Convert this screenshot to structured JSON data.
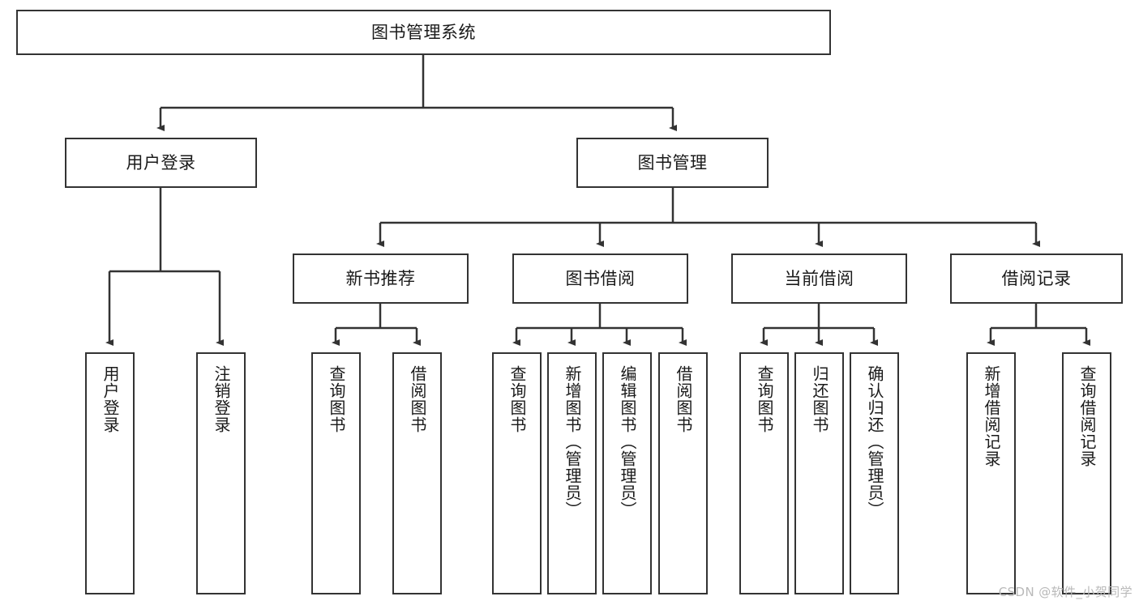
{
  "diagram": {
    "type": "tree-hierarchy",
    "title": "图书管理系统",
    "root": {
      "id": "root",
      "label": "图书管理系统"
    },
    "level1": [
      {
        "id": "user-login",
        "label": "用户登录"
      },
      {
        "id": "book-manage",
        "label": "图书管理"
      }
    ],
    "level2": [
      {
        "id": "new-book-recommend",
        "label": "新书推荐",
        "parent": "book-manage"
      },
      {
        "id": "book-borrow",
        "label": "图书借阅",
        "parent": "book-manage"
      },
      {
        "id": "current-borrow",
        "label": "当前借阅",
        "parent": "book-manage"
      },
      {
        "id": "borrow-record",
        "label": "借阅记录",
        "parent": "book-manage"
      }
    ],
    "leaves": [
      {
        "id": "leaf-user-login",
        "label": "用户登录",
        "parent": "user-login"
      },
      {
        "id": "leaf-user-logout",
        "label": "注销登录",
        "parent": "user-login"
      },
      {
        "id": "leaf-query-book-1",
        "label": "查询图书",
        "parent": "new-book-recommend"
      },
      {
        "id": "leaf-borrow-book-1",
        "label": "借阅图书",
        "parent": "new-book-recommend"
      },
      {
        "id": "leaf-query-book-2",
        "label": "查询图书",
        "parent": "book-borrow"
      },
      {
        "id": "leaf-add-book",
        "label": "新增图书（管理员）",
        "parent": "book-borrow"
      },
      {
        "id": "leaf-edit-book",
        "label": "编辑图书（管理员）",
        "parent": "book-borrow"
      },
      {
        "id": "leaf-borrow-book-2",
        "label": "借阅图书",
        "parent": "book-borrow"
      },
      {
        "id": "leaf-query-book-3",
        "label": "查询图书",
        "parent": "current-borrow"
      },
      {
        "id": "leaf-return-book",
        "label": "归还图书",
        "parent": "current-borrow"
      },
      {
        "id": "leaf-confirm-return",
        "label": "确认归还（管理员）",
        "parent": "current-borrow"
      },
      {
        "id": "leaf-add-record",
        "label": "新增借阅记录",
        "parent": "borrow-record"
      },
      {
        "id": "leaf-query-record",
        "label": "查询借阅记录",
        "parent": "borrow-record"
      }
    ],
    "watermark": "CSDN @软件_小贺同学",
    "colors": {
      "stroke": "#333333",
      "fill": "#ffffff",
      "text": "#1a1a1a",
      "watermark": "#b9b9b9"
    }
  }
}
